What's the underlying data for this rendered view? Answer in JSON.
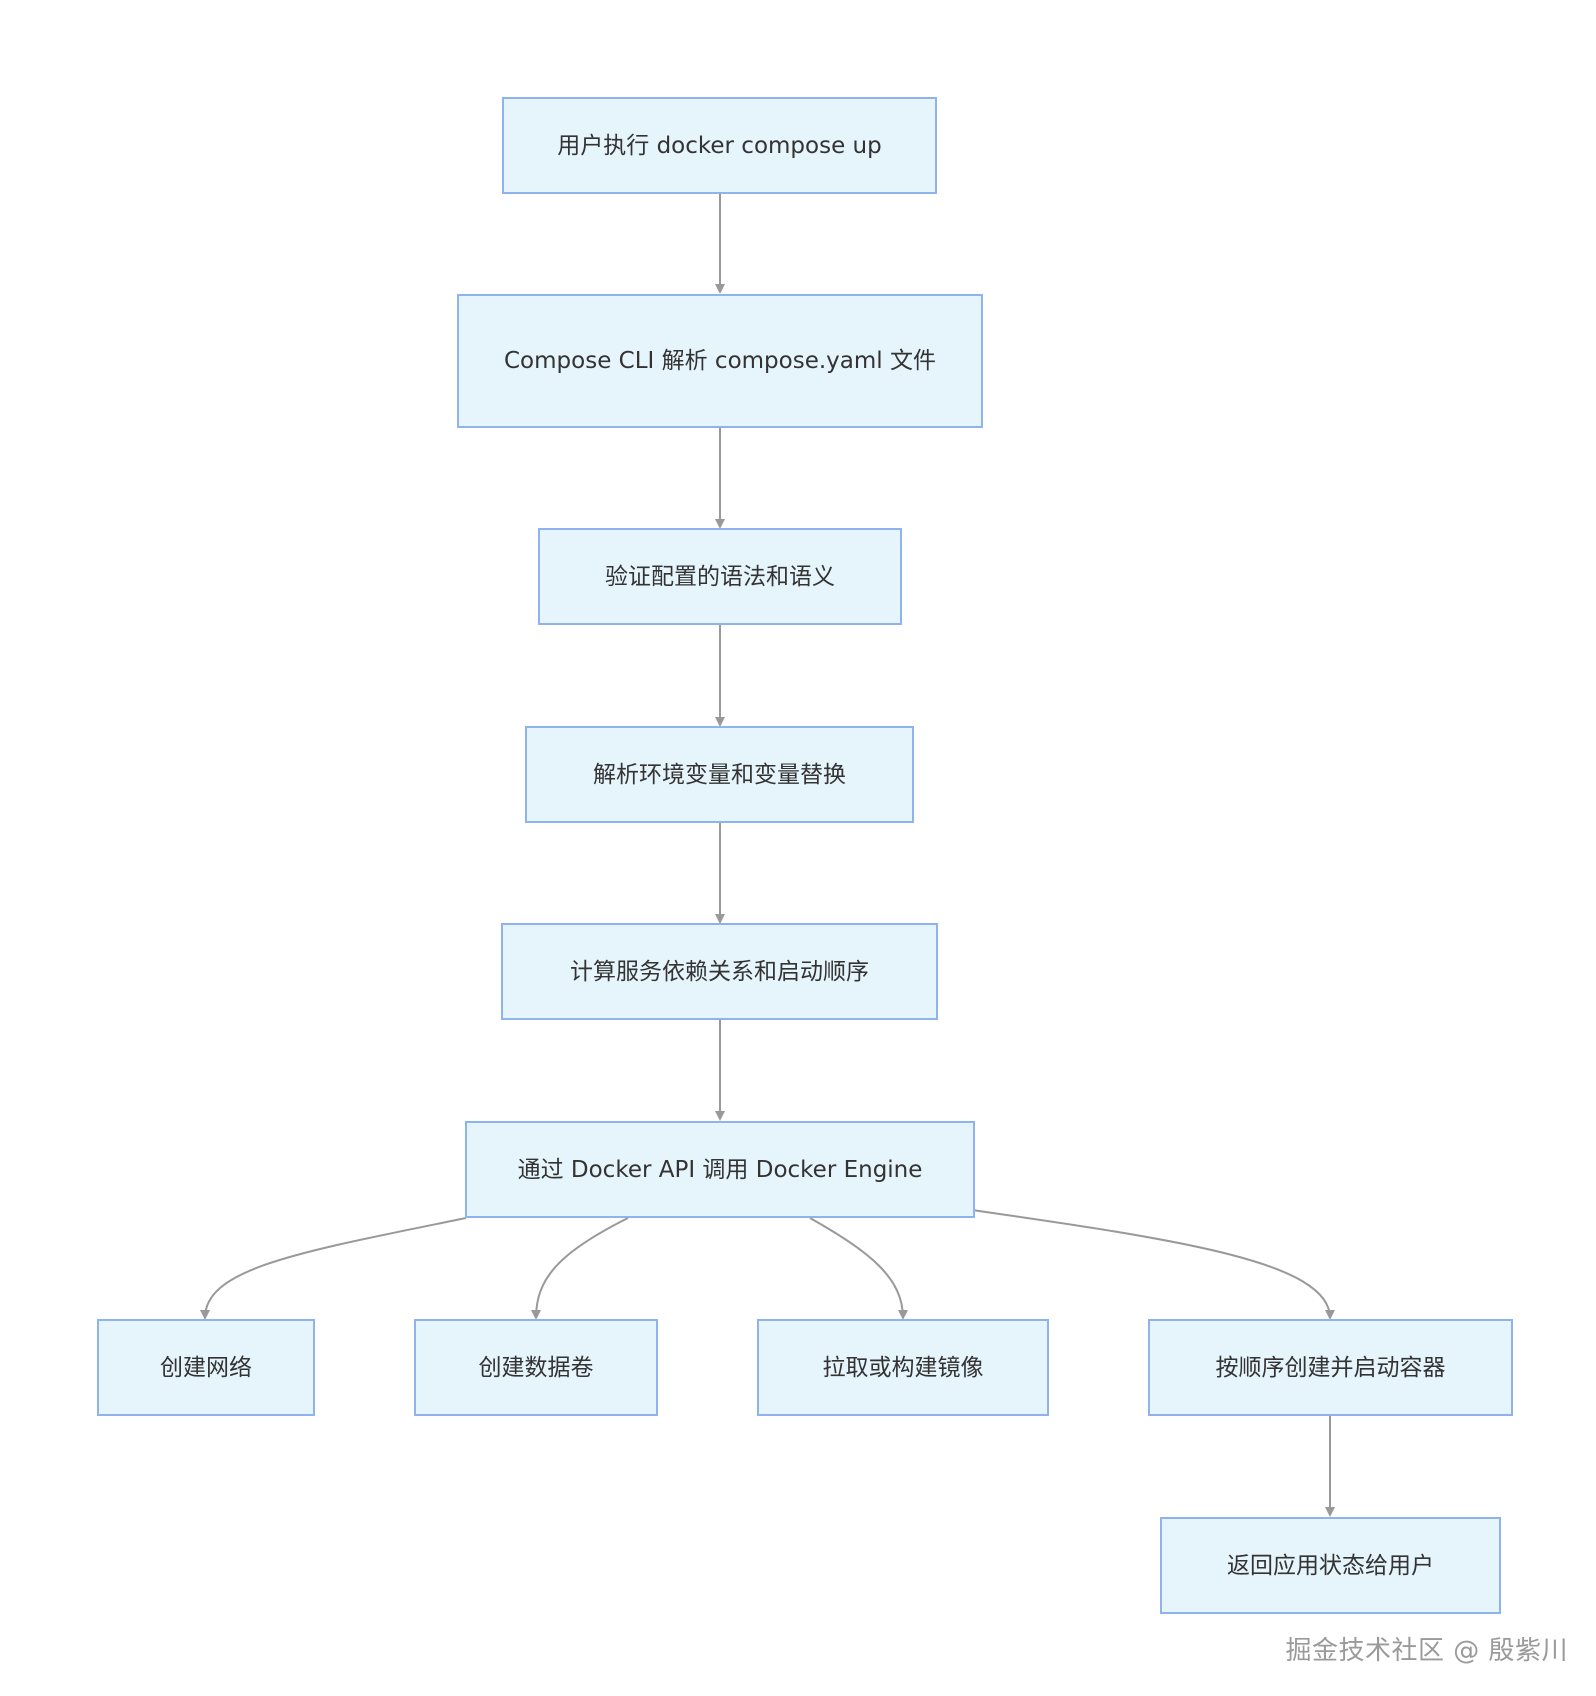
{
  "diagram": {
    "nodes": {
      "n1": "用户执行 docker compose up",
      "n2": "Compose CLI 解析 compose.yaml 文件",
      "n3": "验证配置的语法和语义",
      "n4": "解析环境变量和变量替换",
      "n5": "计算服务依赖关系和启动顺序",
      "n6": "通过 Docker API 调用 Docker Engine",
      "n7": "创建网络",
      "n8": "创建数据卷",
      "n9": "拉取或构建镜像",
      "n10": "按顺序创建并启动容器",
      "n11": "返回应用状态给用户"
    },
    "edges": [
      [
        "n1",
        "n2"
      ],
      [
        "n2",
        "n3"
      ],
      [
        "n3",
        "n4"
      ],
      [
        "n4",
        "n5"
      ],
      [
        "n5",
        "n6"
      ],
      [
        "n6",
        "n7"
      ],
      [
        "n6",
        "n8"
      ],
      [
        "n6",
        "n9"
      ],
      [
        "n6",
        "n10"
      ],
      [
        "n10",
        "n11"
      ]
    ],
    "colors": {
      "node_fill": "#e6f4fc",
      "node_border": "#8fb3ee",
      "edge": "#999999",
      "text": "#333333"
    }
  },
  "watermark": "掘金技术社区 @ 殷紫川"
}
